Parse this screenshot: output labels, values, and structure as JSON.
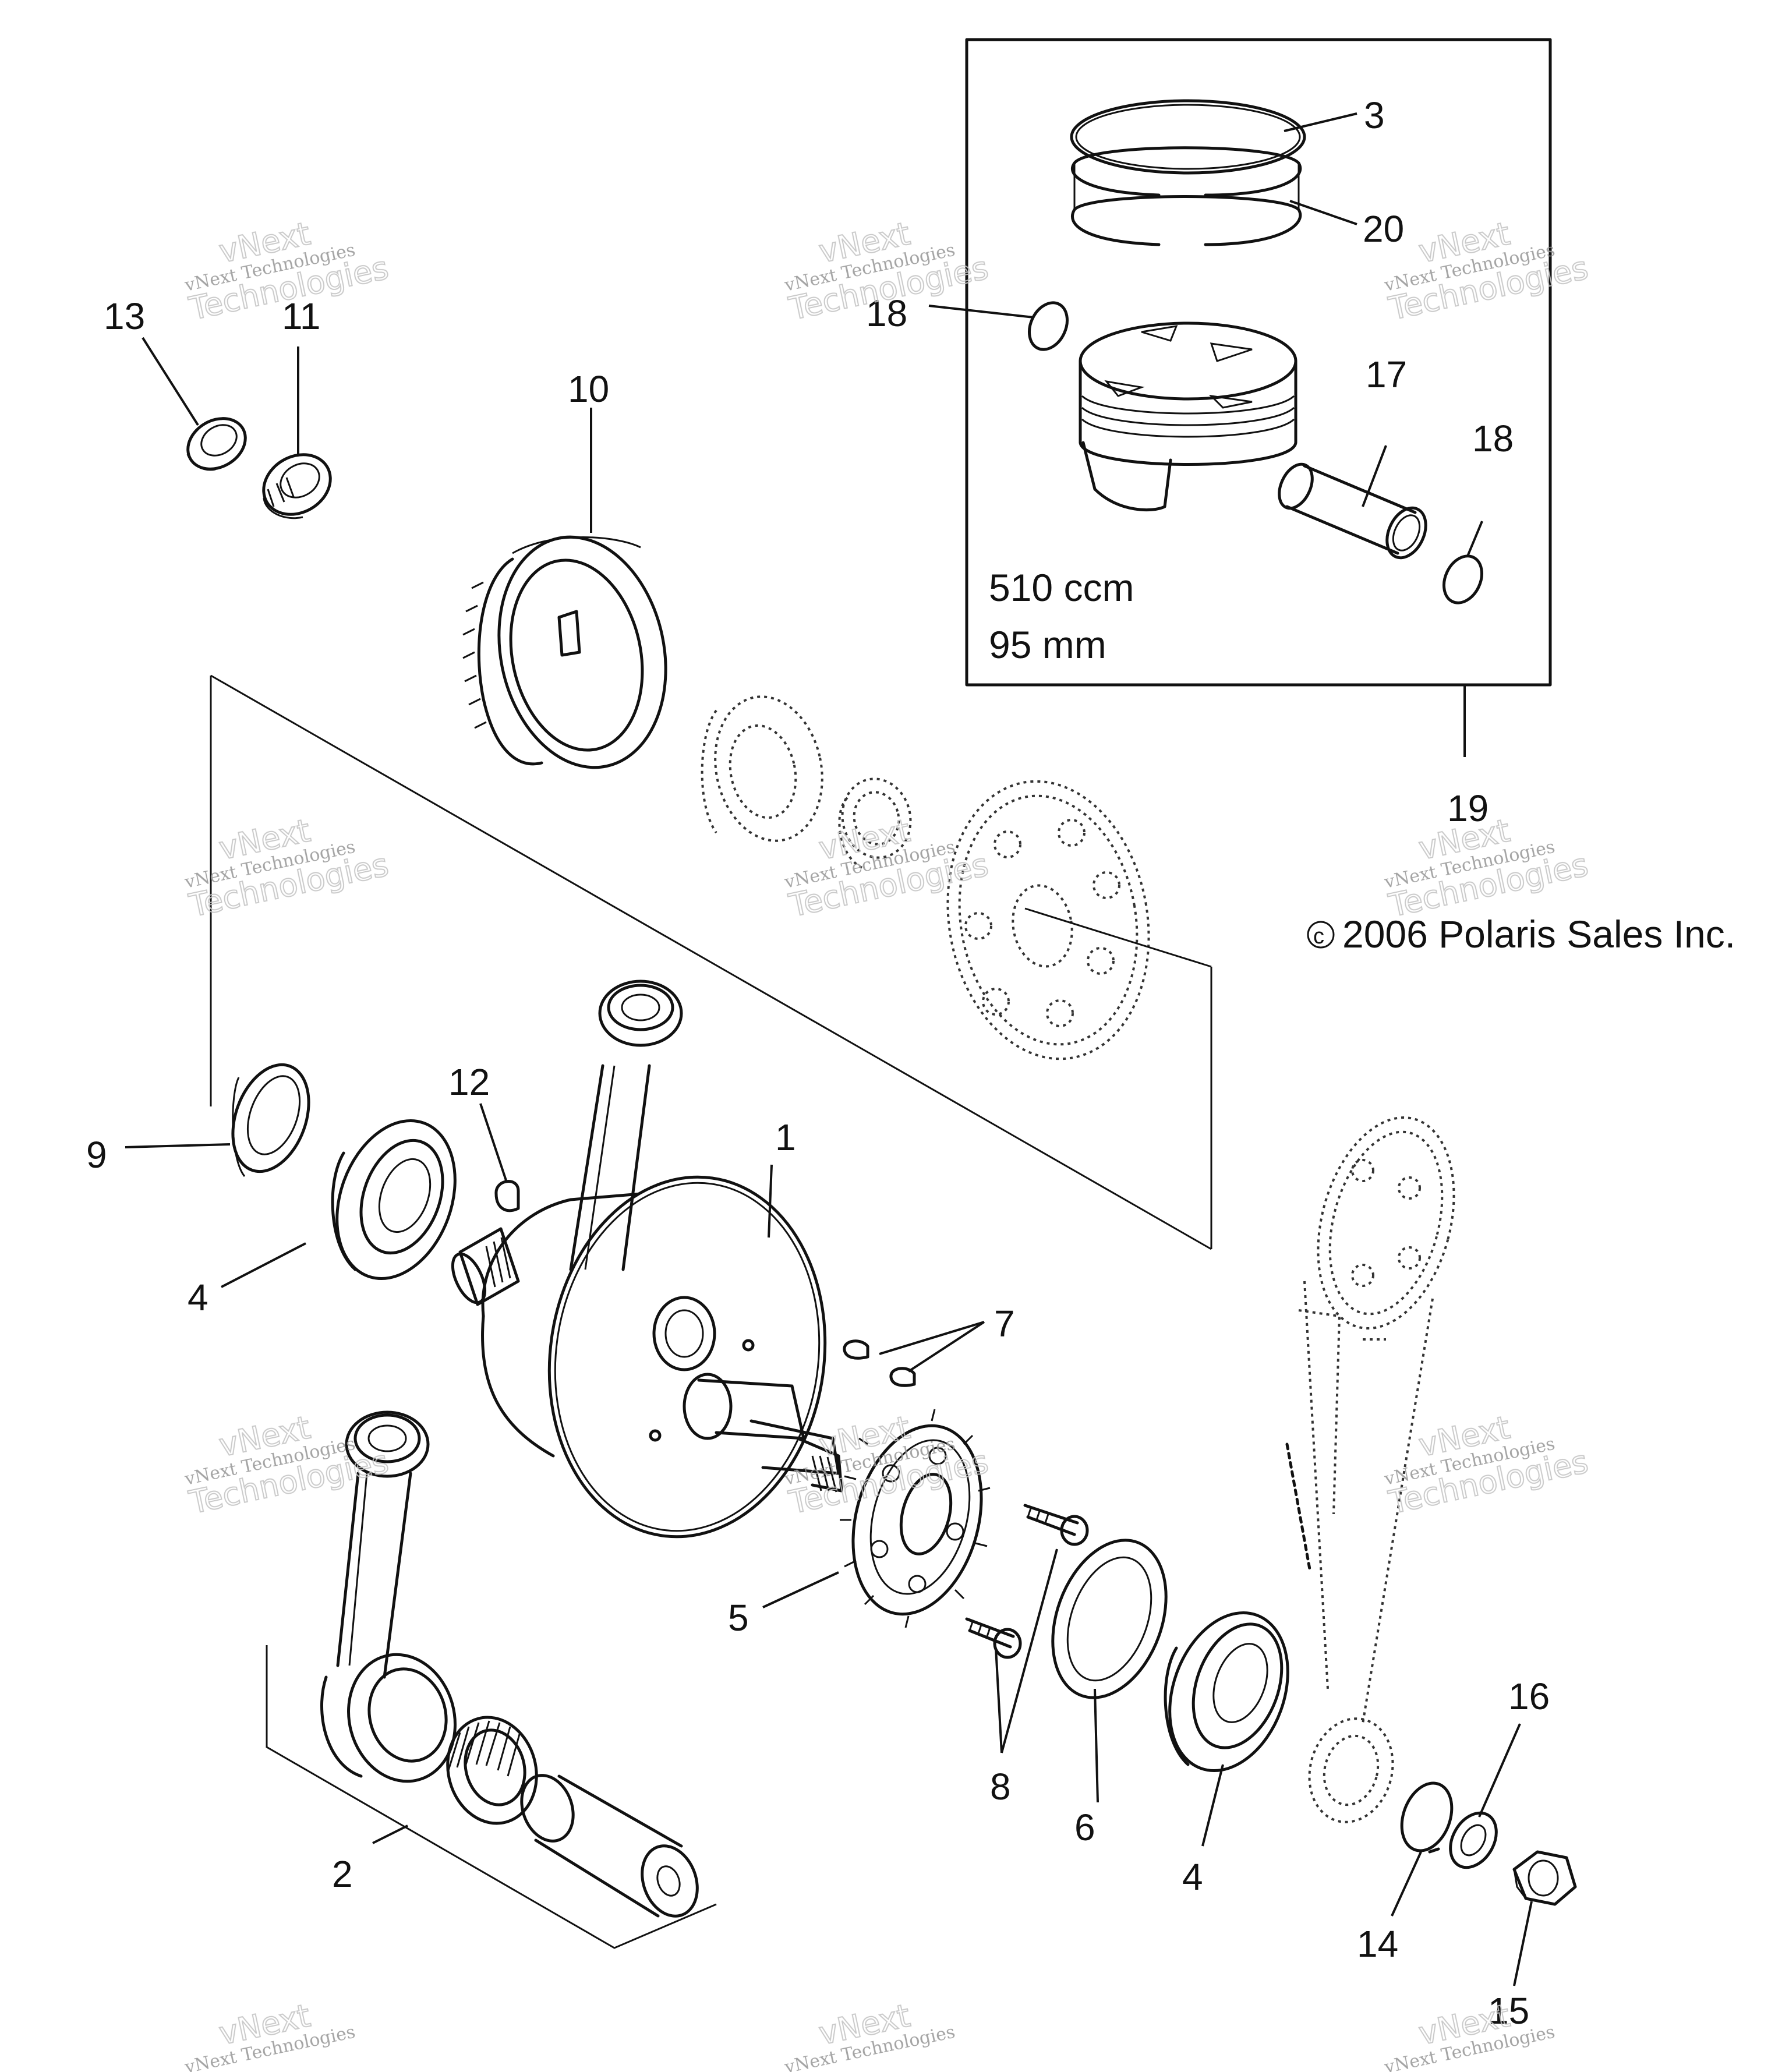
{
  "callouts": {
    "c1": "1",
    "c2": "2",
    "c3": "3",
    "c4a": "4",
    "c4b": "4",
    "c5": "5",
    "c6": "6",
    "c7": "7",
    "c8": "8",
    "c9": "9",
    "c10": "10",
    "c11": "11",
    "c12": "12",
    "c13": "13",
    "c14": "14",
    "c15": "15",
    "c16": "16",
    "c17": "17",
    "c18a": "18",
    "c18b": "18",
    "c19": "19",
    "c20": "20"
  },
  "piston_box": {
    "displacement": "510 ccm",
    "bore": "95 mm"
  },
  "copyright": "2006 Polaris Sales Inc.",
  "copyright_symbol": "c",
  "watermark": {
    "line1": "vNext Technologies",
    "line2": "vNext",
    "line3": "Technologies"
  }
}
